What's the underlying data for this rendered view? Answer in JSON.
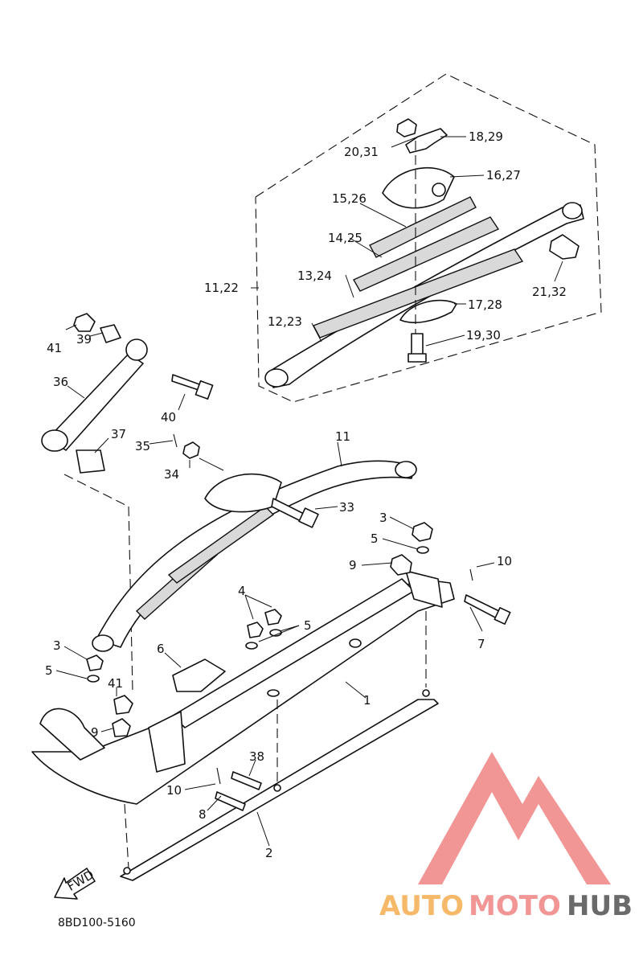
{
  "diagram_code": "8BD100-5160",
  "fwd_label": "FWD",
  "watermark": {
    "part1": "AUTO",
    "part2": "MOTO",
    "part3": "HUB",
    "color_orange": "#f6b25a",
    "color_red": "#f08a8a",
    "color_gray": "#5a5a5a"
  },
  "callouts": {
    "c_18_29": "18,29",
    "c_20_31": "20,31",
    "c_16_27": "16,27",
    "c_15_26": "15,26",
    "c_14_25": "14,25",
    "c_13_24": "13,24",
    "c_11_22": "11,22",
    "c_12_23": "12,23",
    "c_21_32": "21,32",
    "c_17_28": "17,28",
    "c_19_30": "19,30",
    "c_41a": "41",
    "c_39": "39",
    "c_36": "36",
    "c_40": "40",
    "c_37": "37",
    "c_35": "35",
    "c_34": "34",
    "c_11": "11",
    "c_33": "33",
    "c_3a": "3",
    "c_5a": "5",
    "c_9a": "9",
    "c_10a": "10",
    "c_4": "4",
    "c_5b": "5",
    "c_7": "7",
    "c_3b": "3",
    "c_5c": "5",
    "c_6": "6",
    "c_1": "1",
    "c_41b": "41",
    "c_9b": "9",
    "c_38": "38",
    "c_10b": "10",
    "c_8": "8",
    "c_2": "2"
  }
}
